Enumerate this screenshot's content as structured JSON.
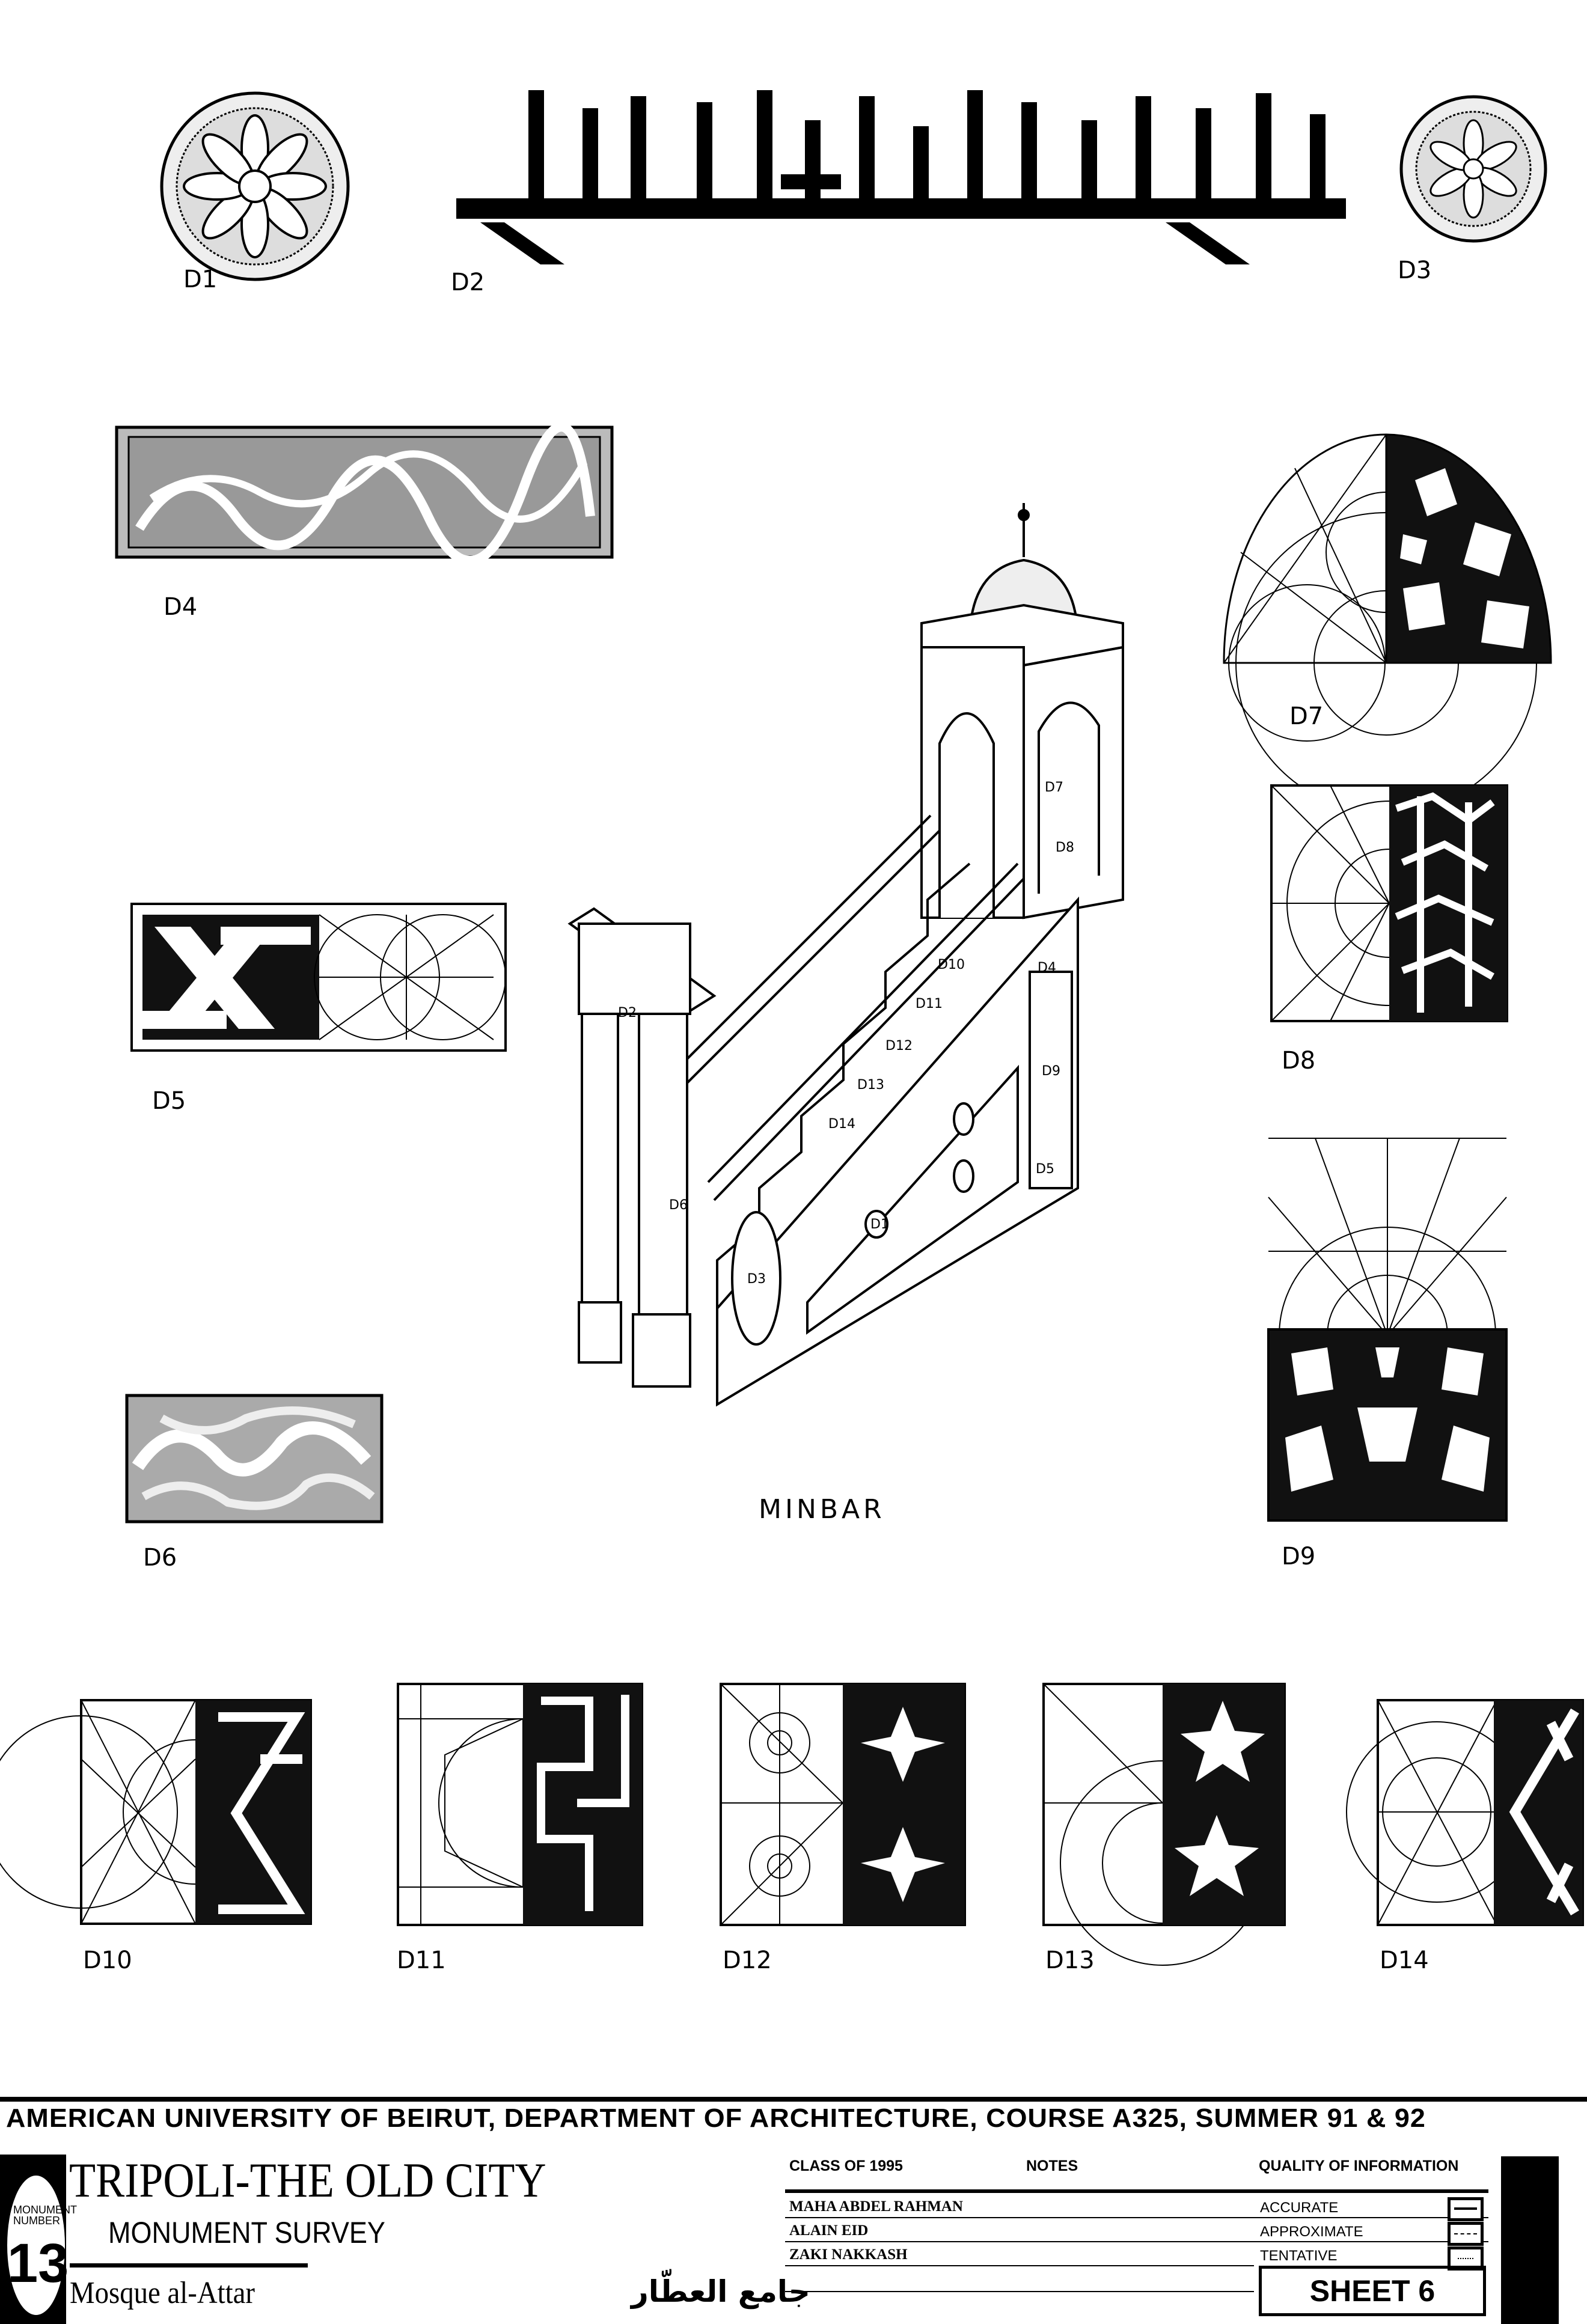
{
  "details": {
    "d1": "D1",
    "d2": "D2",
    "d3": "D3",
    "d4": "D4",
    "d5": "D5",
    "d6": "D6",
    "d7": "D7",
    "d8": "D8",
    "d9": "D9",
    "d10": "D10",
    "d11": "D11",
    "d12": "D12",
    "d13": "D13",
    "d14": "D14"
  },
  "minbar": {
    "title": "MINBAR",
    "tags": [
      "D2",
      "D6",
      "D7",
      "D8",
      "D4",
      "D9",
      "D10",
      "D11",
      "D12",
      "D13",
      "D14",
      "D1",
      "D5",
      "D3"
    ]
  },
  "titleblock": {
    "header": "AMERICAN UNIVERSITY OF BEIRUT,  DEPARTMENT OF ARCHITECTURE,  COURSE A325,  SUMMER 91 & 92",
    "monument_label": "MONUMENT NUMBER",
    "monument_number": "13",
    "title": "TRIPOLI-THE OLD CITY",
    "subtitle": "MONUMENT SURVEY",
    "monument_name": "Mosque al-Attar",
    "monument_name_ar": "جامع العطّار",
    "class_label": "CLASS OF 1995",
    "notes_label": "NOTES",
    "quality_label": "QUALITY OF INFORMATION",
    "students": [
      "MAHA ABDEL RAHMAN",
      "ALAIN EID",
      "ZAKI NAKKASH"
    ],
    "quality": [
      "ACCURATE",
      "APPROXIMATE",
      "TENTATIVE"
    ],
    "sheet": "SHEET 6"
  }
}
